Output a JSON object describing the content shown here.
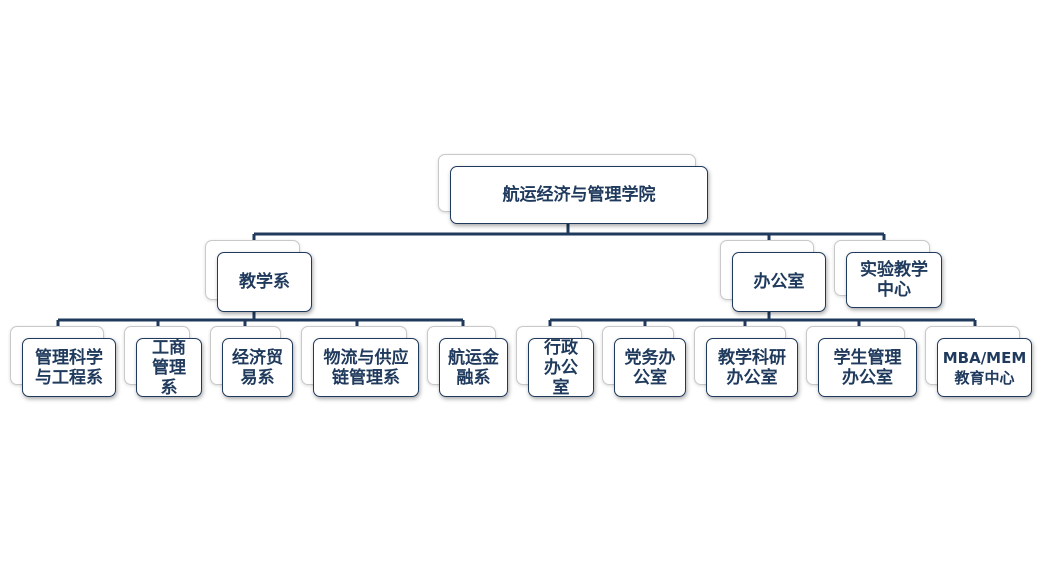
{
  "diagram": {
    "root": "航运经济与管理学院",
    "departments": {
      "teaching": "教学系",
      "office": "办公室",
      "lab": "实验教学\n中心"
    },
    "teaching_units": [
      "管理科学\n与工程系",
      "工商\n管理\n系",
      "经济贸\n易系",
      "物流与供应\n链管理系",
      "航运金\n融系"
    ],
    "office_units": [
      "行政\n办公\n室",
      "党务办\n公室",
      "教学科研\n办公室",
      "学生管理\n办公室",
      "MBA/MEM\n教育中心"
    ],
    "colors": {
      "line": "#1f3a5c",
      "text": "#1f3a5c",
      "shadow_border": "#c9c9c9"
    }
  }
}
